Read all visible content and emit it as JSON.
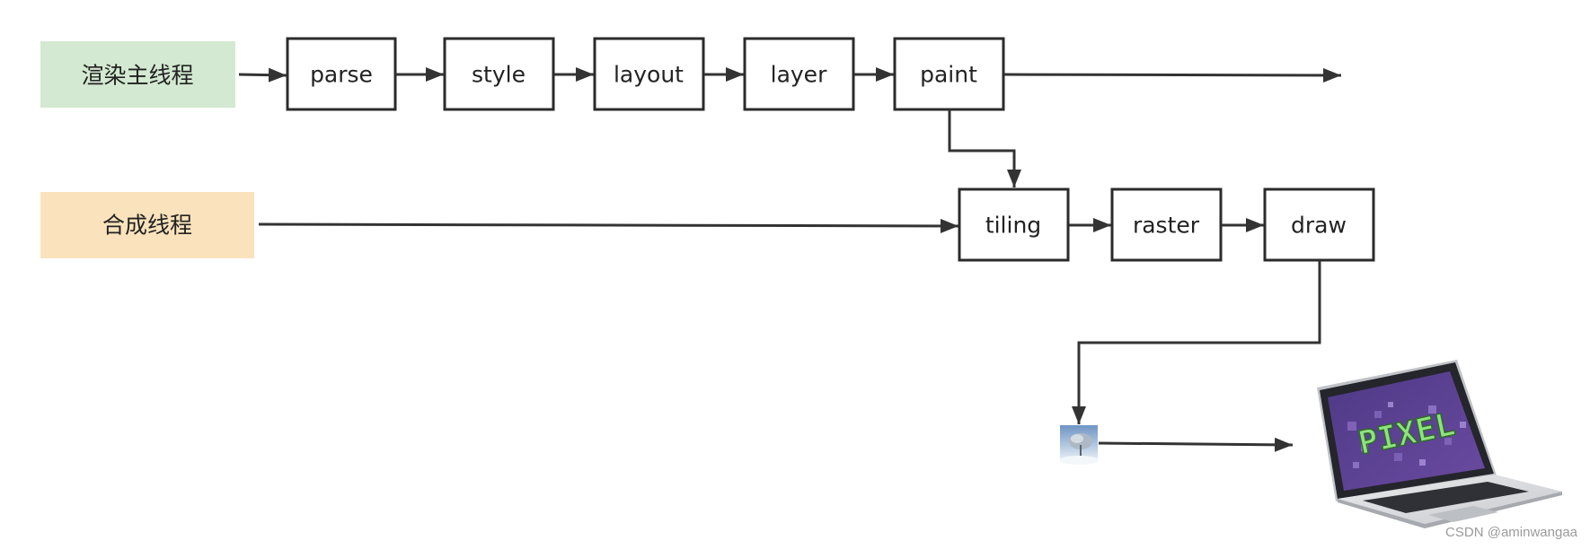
{
  "main_thread": {
    "label": "渲染主线程",
    "color": "#d3e9d1"
  },
  "compositor_thread": {
    "label": "合成线程",
    "color": "#fae3bc"
  },
  "main_steps": [
    "parse",
    "style",
    "layout",
    "layer",
    "paint"
  ],
  "compositor_steps": [
    "tiling",
    "raster",
    "draw"
  ],
  "laptop": {
    "screen_text": "PIXEL",
    "icon": "laptop-icon"
  },
  "thumbnail": {
    "icon": "tree-photo-icon"
  },
  "watermark": "CSDN @aminwangaa"
}
